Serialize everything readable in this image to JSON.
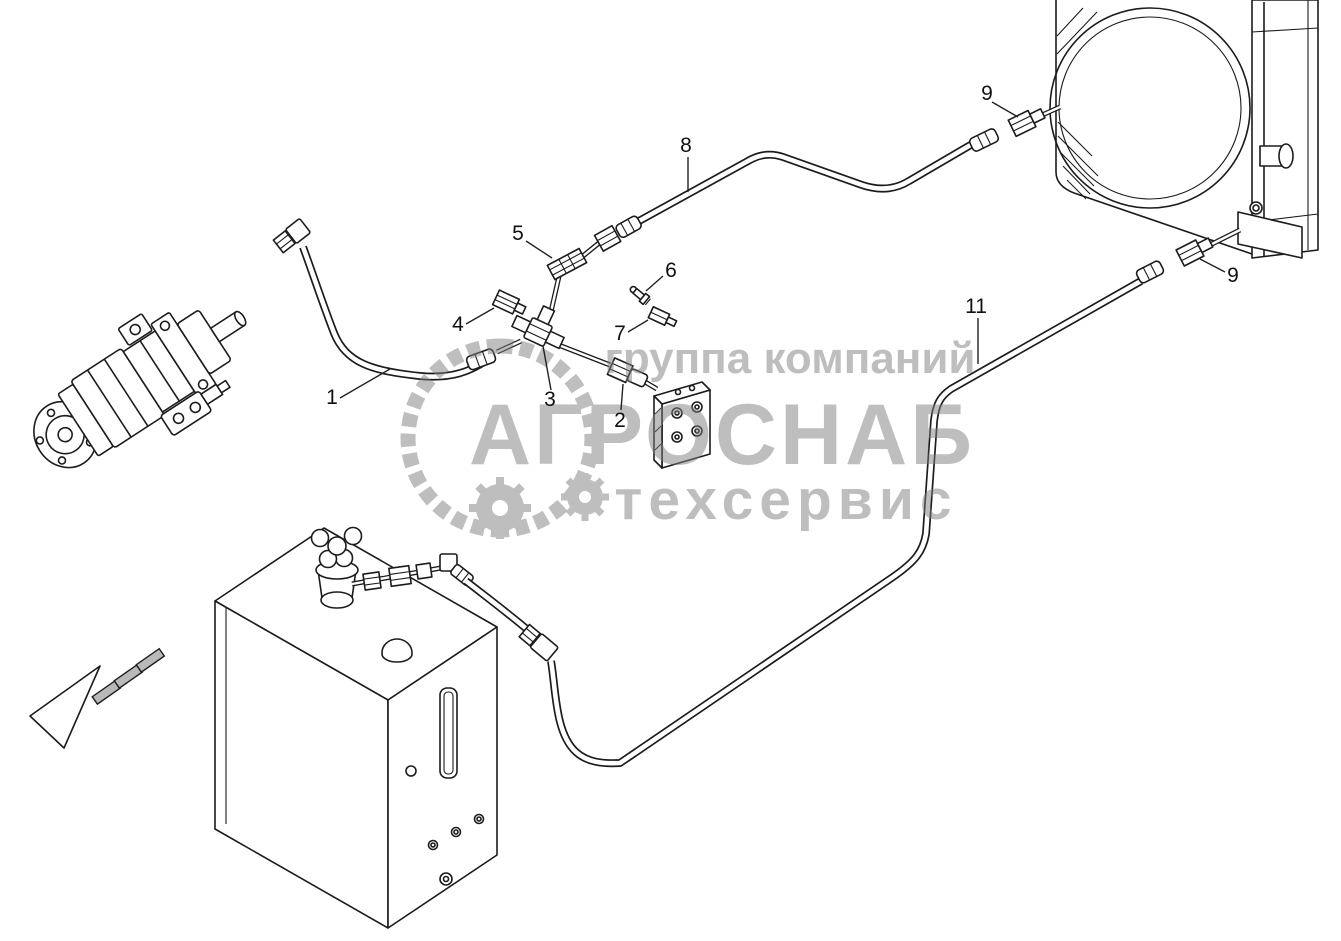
{
  "watermark": {
    "line1": "группа компаний",
    "line2": "АГРОСНАБ",
    "line3": "техсервис"
  },
  "callouts": {
    "c1": "1",
    "c2": "2",
    "c3": "3",
    "c4": "4",
    "c5": "5",
    "c6": "6",
    "c7": "7",
    "c8": "8",
    "c9_top": "9",
    "c9_right": "9",
    "c11": "11"
  },
  "colors": {
    "ink": "#1c1c1c",
    "watermark": "#7f7f7f",
    "background": "#ffffff"
  }
}
